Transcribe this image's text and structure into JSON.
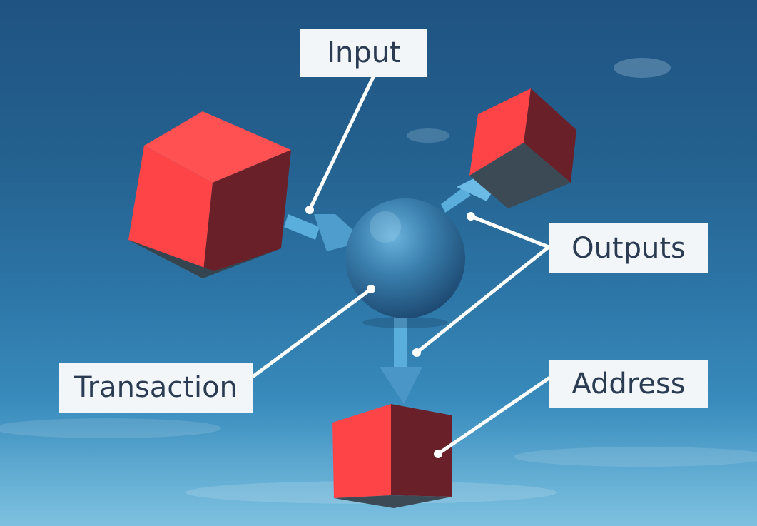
{
  "diagram": {
    "labels": {
      "input": "Input",
      "outputs": "Outputs",
      "transaction": "Transaction",
      "address": "Address"
    },
    "colors": {
      "cube_front": "#ff4447",
      "cube_side": "#6a2028",
      "cube_bottom": "#3b4a55",
      "sphere": "#3a7fae",
      "arrow": "#5aaedc",
      "leader_line": "#ffffff",
      "label_background": "#f3f6f9",
      "label_text": "#2a3b52"
    },
    "nodes": [
      {
        "id": "cube-left",
        "kind": "address-cube"
      },
      {
        "id": "cube-top-right",
        "kind": "address-cube"
      },
      {
        "id": "cube-bottom",
        "kind": "address-cube"
      },
      {
        "id": "sphere-center",
        "kind": "transaction"
      }
    ],
    "edges": [
      {
        "from": "cube-left",
        "to": "sphere-center",
        "role": "input"
      },
      {
        "from": "sphere-center",
        "to": "cube-top-right",
        "role": "output"
      },
      {
        "from": "sphere-center",
        "to": "cube-bottom",
        "role": "output"
      }
    ]
  }
}
